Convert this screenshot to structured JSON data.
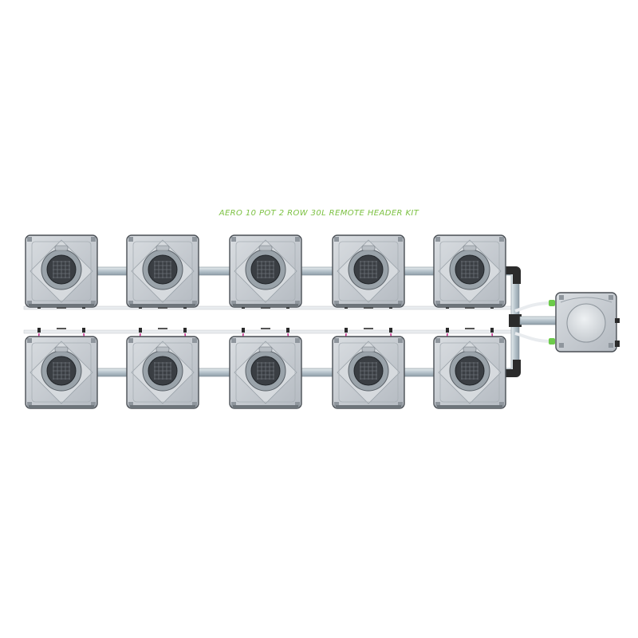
{
  "title": "AERO 10 POT 2 ROW 30L REMOTE HEADER KIT",
  "layout": {
    "rows": 2,
    "pots_per_row": 5,
    "total_pots": 10,
    "header_tank": "remote header tank on the right"
  },
  "colors": {
    "title": "#7cc142",
    "pot_body": "#c4c9cf",
    "pot_outline": "#4a4f55",
    "pipe": "#b9c6cf",
    "hose": "#c8328f",
    "fitting": "#2b2b2b",
    "green_fitting": "#6ccb4a"
  }
}
